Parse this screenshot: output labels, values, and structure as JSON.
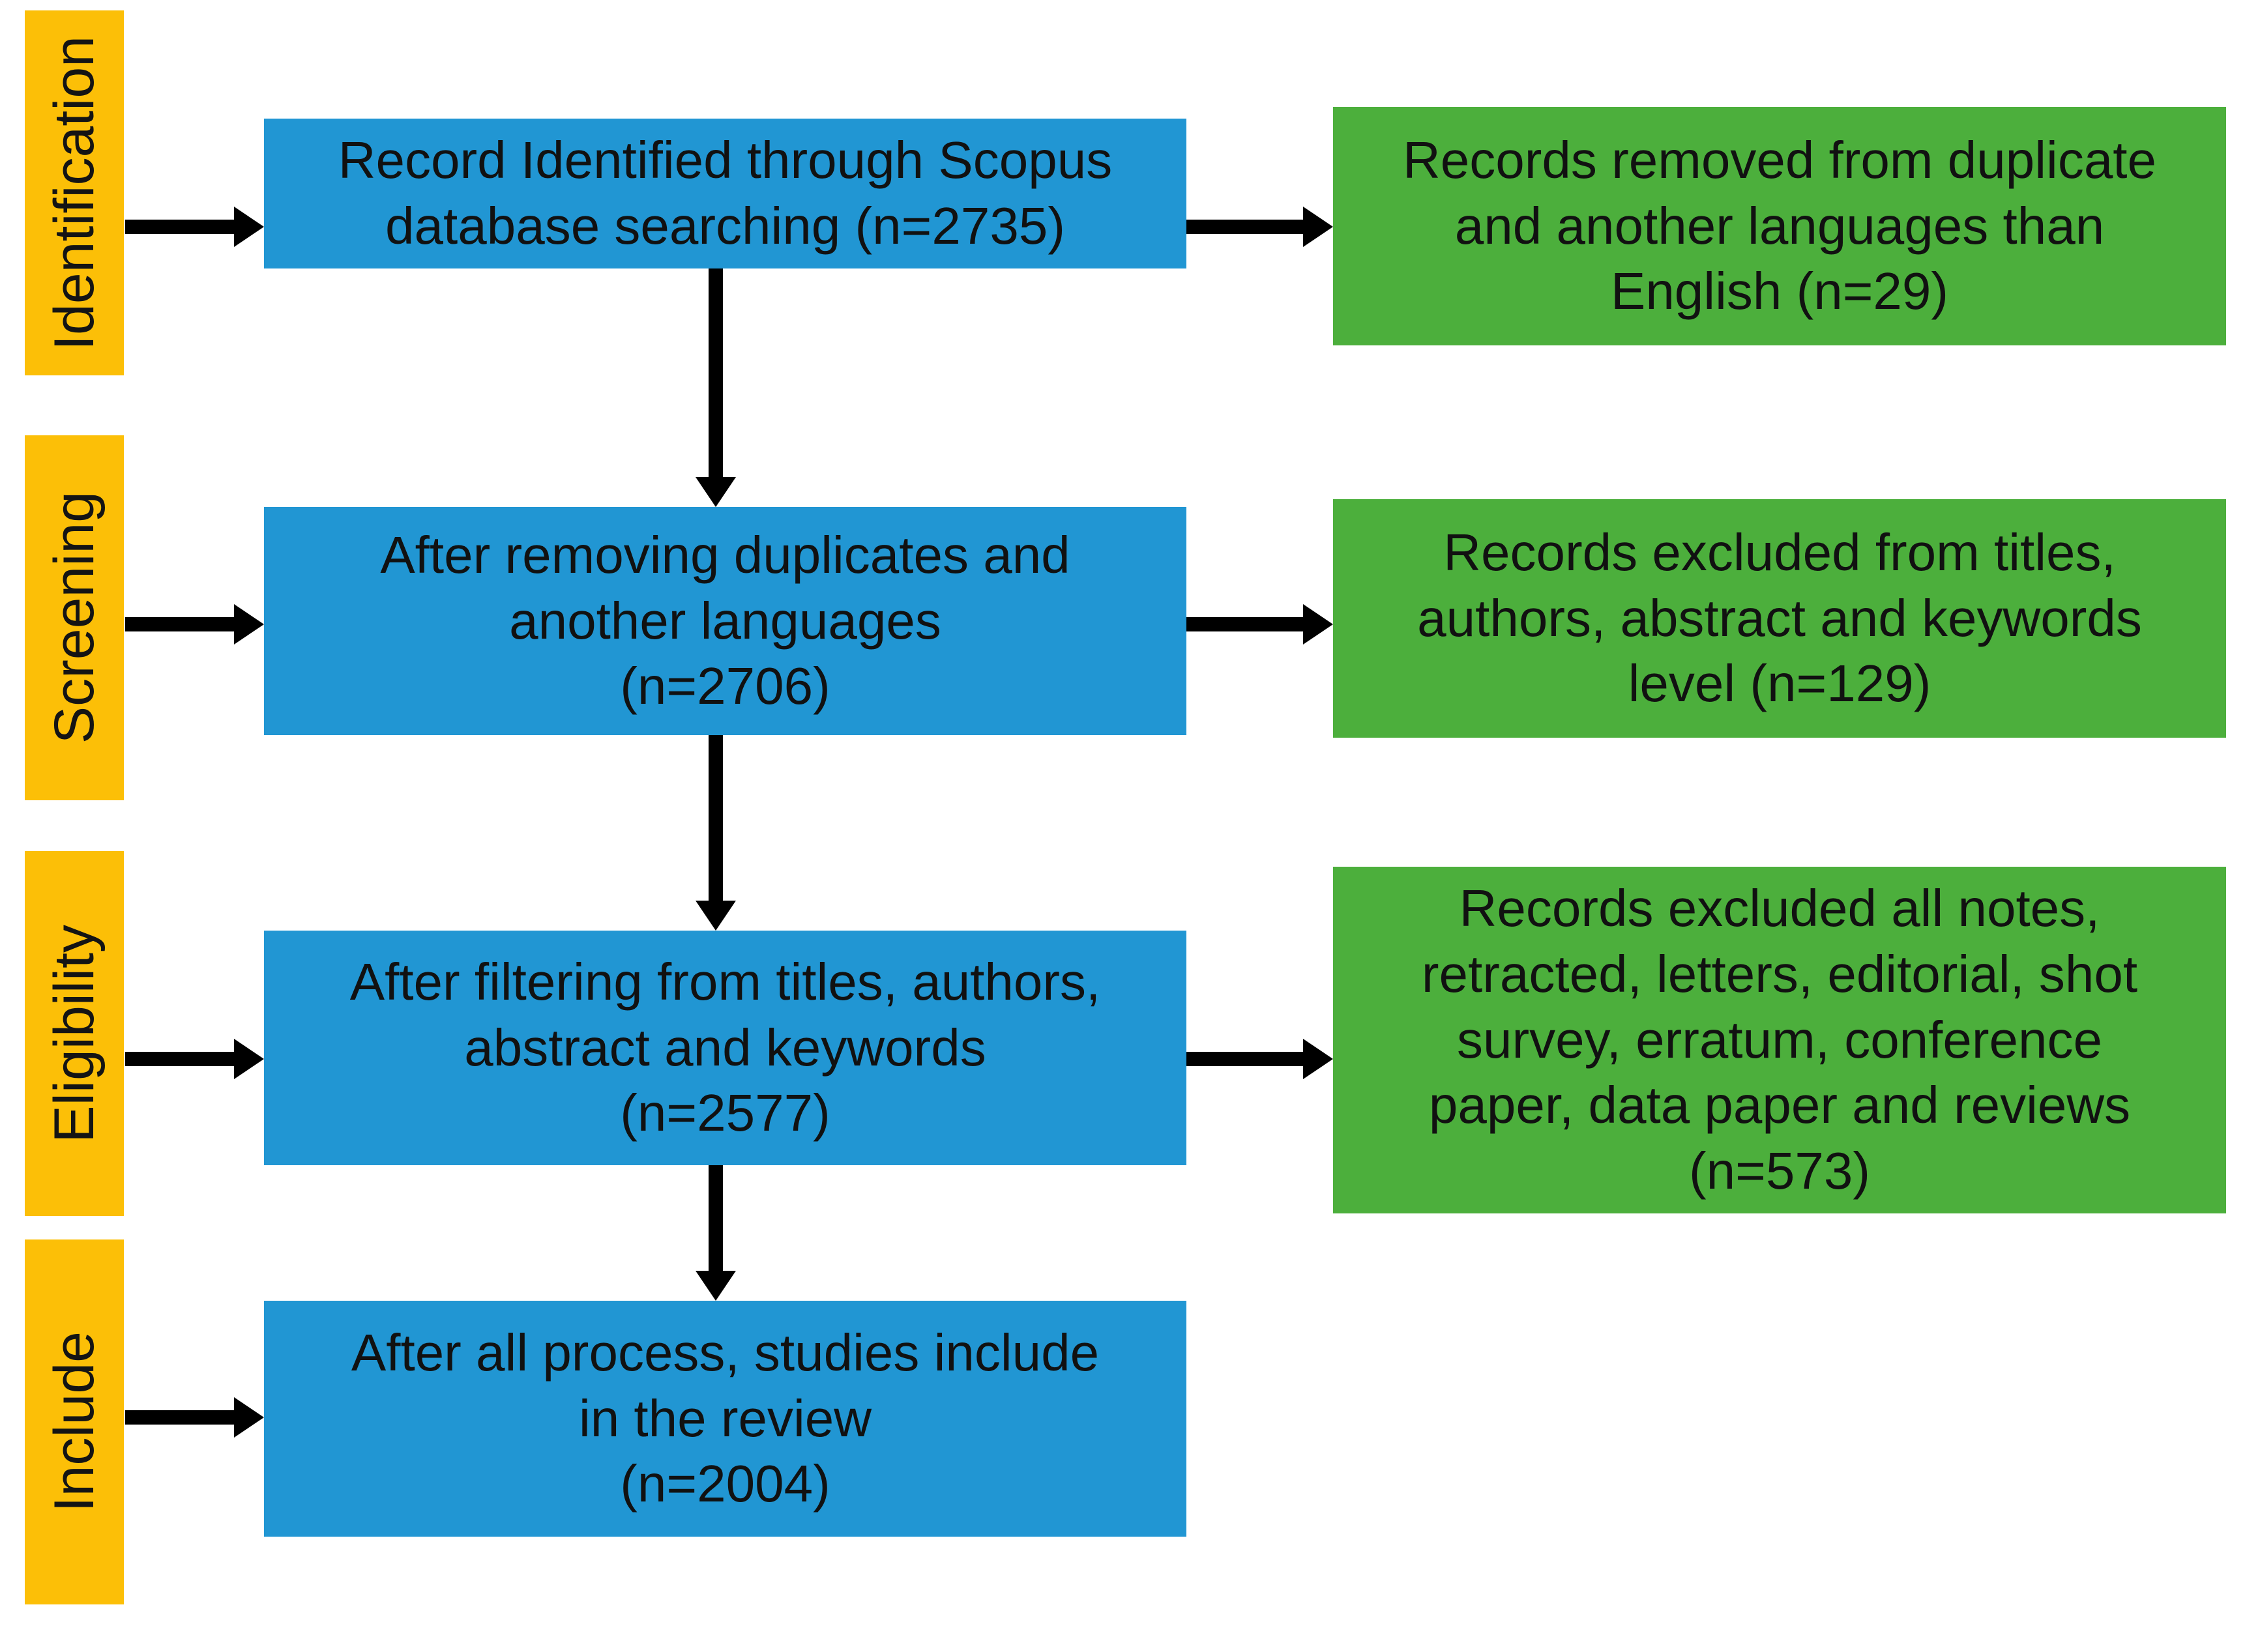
{
  "diagram": {
    "type": "prisma-flow-diagram",
    "title": "PRISMA study selection flow diagram",
    "colors": {
      "stage_label": "#FCBF07",
      "process_box": "#2196D3",
      "exclusion_box": "#4CAF3C",
      "arrow": "#000000",
      "background": "#FFFFFF",
      "text": "#111111"
    },
    "stages": [
      {
        "id": "identification",
        "label": "Identification"
      },
      {
        "id": "screening",
        "label": "Screening"
      },
      {
        "id": "eligibility",
        "label": "Eligibility"
      },
      {
        "id": "include",
        "label": "Include"
      }
    ],
    "process_boxes": [
      {
        "id": "records-identified",
        "stage": "identification",
        "text": "Record Identified through Scopus\ndatabase searching (n=2735)",
        "count": 2735,
        "count_label": "n=2735"
      },
      {
        "id": "after-removing-duplicates",
        "stage": "screening",
        "text": "After removing duplicates and\nanother languages\n(n=2706)",
        "count": 2706,
        "count_label": "n=2706"
      },
      {
        "id": "after-filtering",
        "stage": "eligibility",
        "text": "After filtering from titles, authors,\nabstract and keywords\n(n=2577)",
        "count": 2577,
        "count_label": "n=2577"
      },
      {
        "id": "studies-included",
        "stage": "include",
        "text": "After all process, studies include\nin the review\n(n=2004)",
        "count": 2004,
        "count_label": "n=2004"
      }
    ],
    "exclusion_boxes": [
      {
        "id": "removed-duplicates-languages",
        "stage": "identification",
        "text": "Records removed from duplicate\nand another languages than\nEnglish (n=29)",
        "count": 29,
        "count_label": "n=29"
      },
      {
        "id": "excluded-titles-authors-abstract-keywords",
        "stage": "screening",
        "text": "Records excluded from titles,\nauthors, abstract and keywords\nlevel (n=129)",
        "count": 129,
        "count_label": "n=129"
      },
      {
        "id": "excluded-document-types",
        "stage": "eligibility",
        "text": "Records excluded all notes,\nretracted, letters, editorial, shot\nsurvey, erratum, conference\npaper, data paper and reviews\n(n=573)",
        "count": 573,
        "count_label": "n=573"
      }
    ],
    "connectors": [
      {
        "id": "identification-in",
        "from": "identification-label",
        "to": "records-identified",
        "direction": "right"
      },
      {
        "id": "identification-out",
        "from": "records-identified",
        "to": "removed-duplicates-languages",
        "direction": "right"
      },
      {
        "id": "identification-down",
        "from": "records-identified",
        "to": "after-removing-duplicates",
        "direction": "down"
      },
      {
        "id": "screening-in",
        "from": "screening-label",
        "to": "after-removing-duplicates",
        "direction": "right"
      },
      {
        "id": "screening-out",
        "from": "after-removing-duplicates",
        "to": "excluded-titles-authors-abstract-keywords",
        "direction": "right"
      },
      {
        "id": "screening-down",
        "from": "after-removing-duplicates",
        "to": "after-filtering",
        "direction": "down"
      },
      {
        "id": "eligibility-in",
        "from": "eligibility-label",
        "to": "after-filtering",
        "direction": "right"
      },
      {
        "id": "eligibility-out",
        "from": "after-filtering",
        "to": "excluded-document-types",
        "direction": "right"
      },
      {
        "id": "eligibility-down",
        "from": "after-filtering",
        "to": "studies-included",
        "direction": "down"
      },
      {
        "id": "include-in",
        "from": "include-label",
        "to": "studies-included",
        "direction": "right"
      }
    ]
  }
}
